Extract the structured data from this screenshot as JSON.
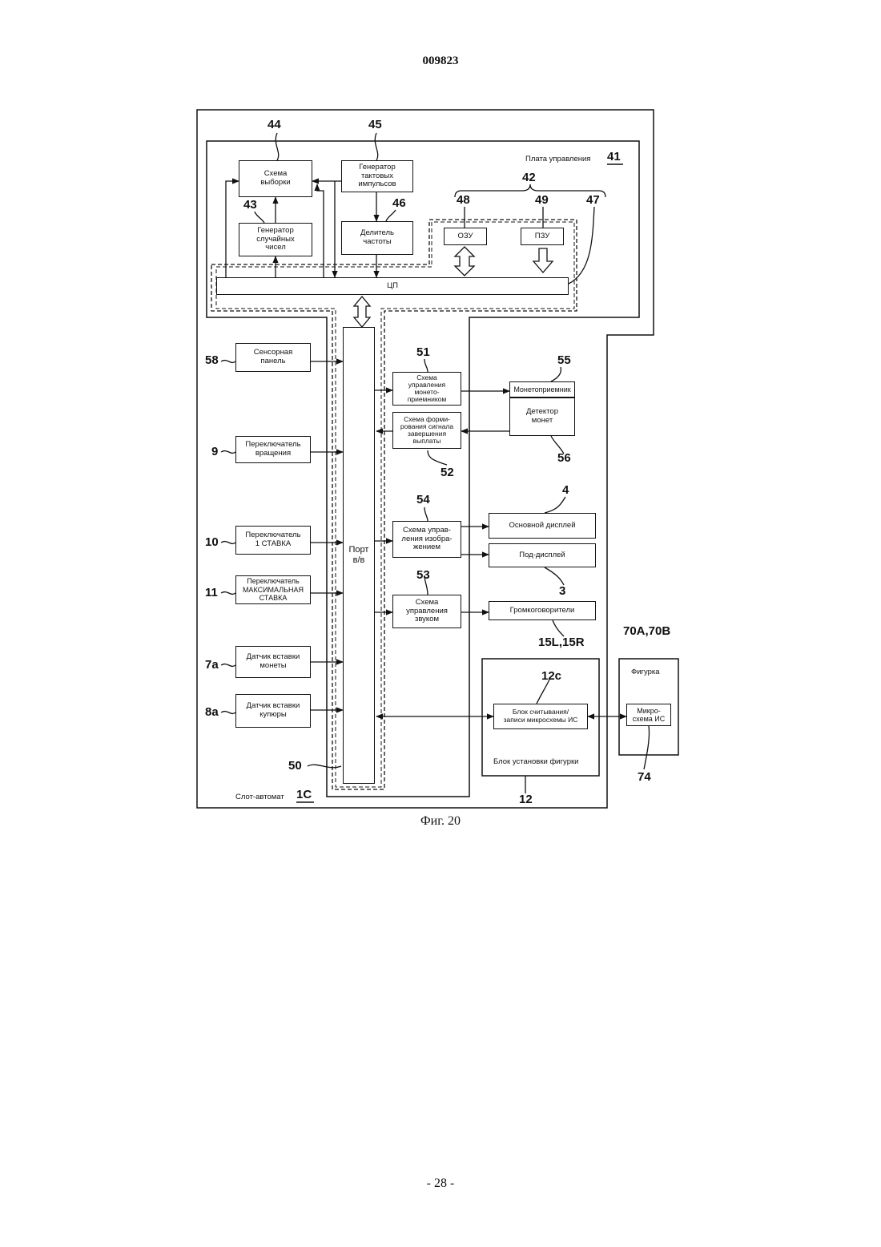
{
  "document": {
    "patent_number": "009823",
    "figure_caption": "Фиг. 20",
    "page_number": "- 28 -"
  },
  "diagram": {
    "outer": {
      "label": "Слот-автомат",
      "ref": "1C"
    },
    "board": {
      "label": "Плата управления",
      "ref": "41"
    },
    "blocks": {
      "sampling": {
        "label": "Схема\nвыборки",
        "ref": "44"
      },
      "clock_gen": {
        "label": "Генератор\nтактовых\nимпульсов",
        "ref": "45"
      },
      "random_gen": {
        "label": "Генератор\nслучайных\nчисел",
        "ref": "43"
      },
      "freq_div": {
        "label": "Делитель\nчастоты",
        "ref": "46"
      },
      "ram": {
        "label": "ОЗУ",
        "ref": "48"
      },
      "rom": {
        "label": "ПЗУ",
        "ref": "49"
      },
      "cpu": {
        "label": "ЦП",
        "ref": "47"
      },
      "memory_group": {
        "ref": "42"
      },
      "io_port": {
        "label": "Порт\nв/в",
        "ref": "50"
      },
      "touch_panel": {
        "label": "Сенсорная\nпанель",
        "ref": "58"
      },
      "spin_switch": {
        "label": "Переключатель\nвращения",
        "ref": "9"
      },
      "bet1_switch": {
        "label": "Переключатель\n1 СТАВКА",
        "ref": "10"
      },
      "maxbet_switch": {
        "label": "Переключатель\nМАКСИМАЛЬНАЯ\nСТАВКА",
        "ref": "11"
      },
      "coin_sensor": {
        "label": "Датчик вставки\nмонеты",
        "ref": "7a"
      },
      "bill_sensor": {
        "label": "Датчик вставки\nкупюры",
        "ref": "8a"
      },
      "hopper_ctrl": {
        "label": "Схема\nуправления\nмонето-\nприемником",
        "ref": "51"
      },
      "payout_signal": {
        "label": "Схема форми-\nрования сигнала\nзавершения\nвыплаты",
        "ref": "52"
      },
      "hopper": {
        "label": "Монетоприемник",
        "ref": "55"
      },
      "coin_detector": {
        "label": "Детектор\nмонет",
        "ref": "56"
      },
      "image_ctrl": {
        "label": "Схема управ-\nления изобра-\nжением",
        "ref": "54"
      },
      "main_display": {
        "label": "Основной дисплей",
        "ref": "4"
      },
      "sub_display": {
        "label": "Под-дисплей",
        "ref": "3"
      },
      "sound_ctrl": {
        "label": "Схема\nуправления\nзвуком",
        "ref": "53"
      },
      "speakers": {
        "label": "Громкоговорители",
        "ref": "15L,15R"
      },
      "ic_rw": {
        "label": "Блок считывания/\nзаписи микросхемы ИС",
        "ref": "12c"
      },
      "figure_unit": {
        "label": "Блок установки фигурки",
        "ref": "12"
      },
      "figure": {
        "label": "Фигурка",
        "ref": "70A,70B"
      },
      "ic_chip": {
        "label": "Микро-\nсхема ИС",
        "ref": "74"
      }
    }
  }
}
